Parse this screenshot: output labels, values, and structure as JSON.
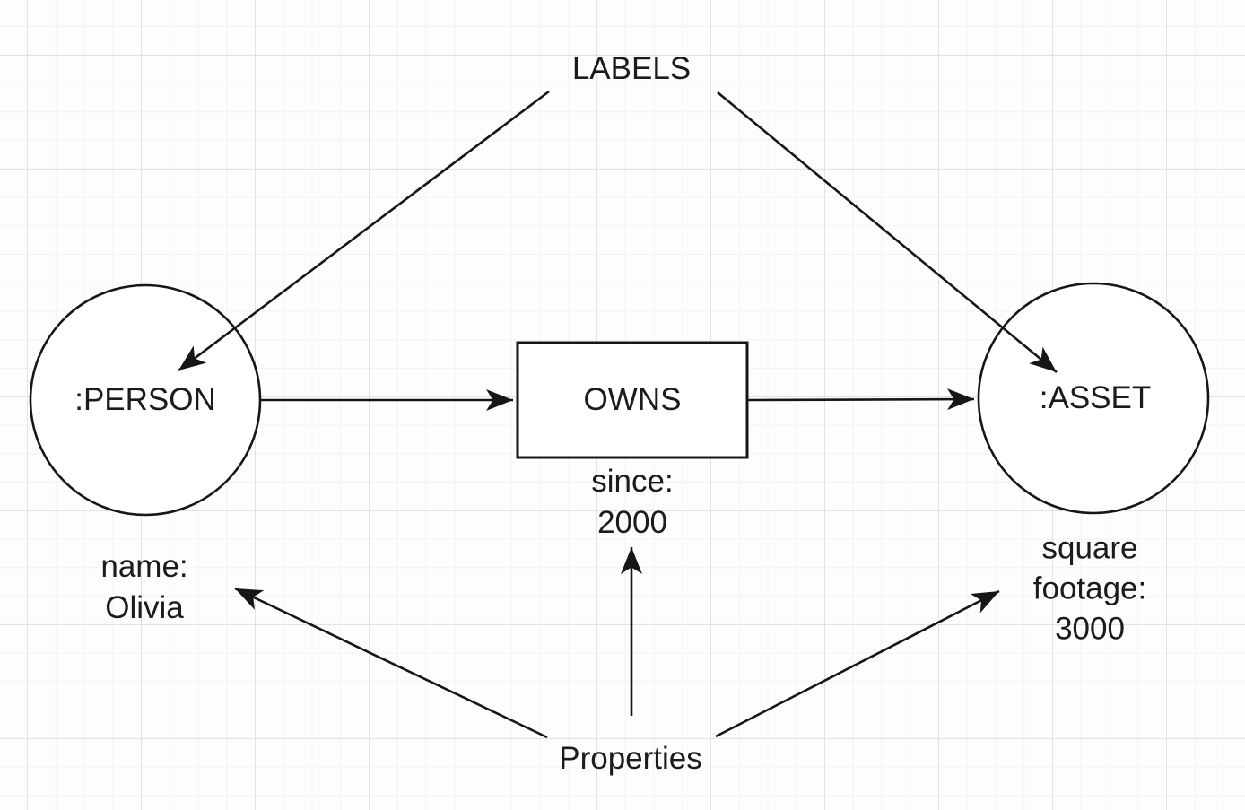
{
  "annotations": {
    "labels": "LABELS",
    "properties": "Properties"
  },
  "nodes": {
    "person": {
      "label": ":PERSON"
    },
    "asset": {
      "label": ":ASSET"
    }
  },
  "relationship": {
    "label": "OWNS"
  },
  "property_values": {
    "person": {
      "line1": "name:",
      "line2": "Olivia"
    },
    "relationship": {
      "line1": "since:",
      "line2": "2000"
    },
    "asset": {
      "line1": "square",
      "line2": "footage:",
      "line3": "3000"
    }
  },
  "colors": {
    "stroke": "#161616",
    "text": "#1b1b1b",
    "shape_fill": "#ffffff",
    "background": "#fdfdfd",
    "grid_minor": "#f2f2f2",
    "grid_major": "#e2e2e2"
  }
}
